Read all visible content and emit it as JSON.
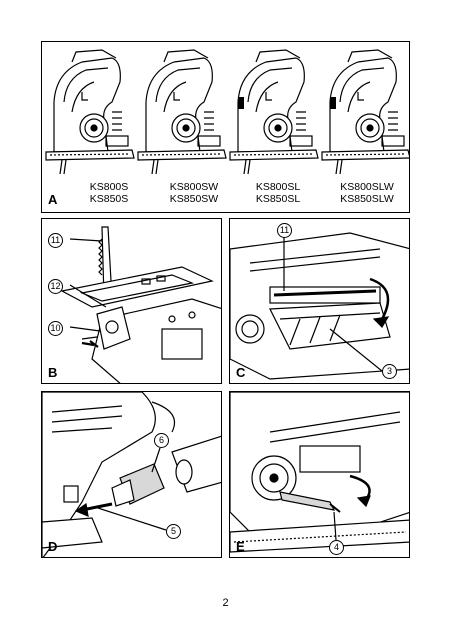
{
  "panels": {
    "A": {
      "letter": "A",
      "models": [
        {
          "line1": "KS800S",
          "line2": "KS850S"
        },
        {
          "line1": "KS800SW",
          "line2": "KS850SW"
        },
        {
          "line1": "KS800SL",
          "line2": "KS850SL"
        },
        {
          "line1": "KS800SLW",
          "line2": "KS850SLW"
        }
      ]
    },
    "B": {
      "letter": "B",
      "callouts": [
        "11",
        "12",
        "10"
      ]
    },
    "C": {
      "letter": "C",
      "callouts": [
        "11",
        "3"
      ]
    },
    "D": {
      "letter": "D",
      "callouts": [
        "6",
        "5"
      ]
    },
    "E": {
      "letter": "E",
      "callouts": [
        "4"
      ]
    }
  },
  "page_number": "2"
}
